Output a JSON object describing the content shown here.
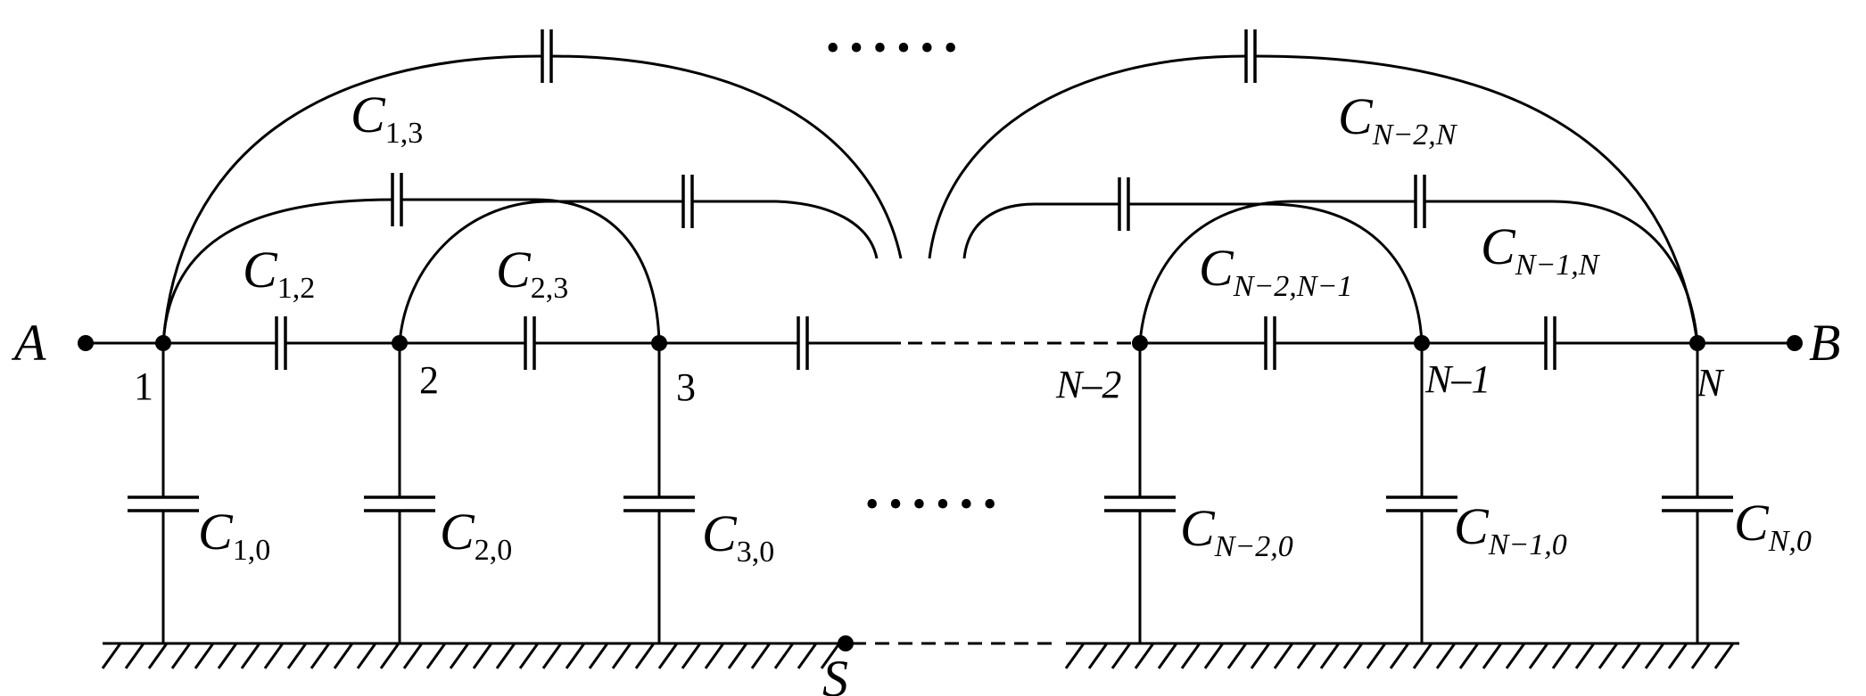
{
  "terminals": {
    "a": "A",
    "b": "B",
    "ground": "S"
  },
  "nodes": [
    "1",
    "2",
    "3",
    "N–2",
    "N–1",
    "N"
  ],
  "ellipsis_top": "• • • • • •",
  "ellipsis_mid": "• • • • • •",
  "labels": {
    "c12": {
      "main": "C",
      "sub": "1,2"
    },
    "c23": {
      "main": "C",
      "sub": "2,3"
    },
    "c13": {
      "main": "C",
      "sub": "1,3"
    },
    "cn2n1": {
      "main": "C",
      "sub": "N−2,N−1"
    },
    "cn1n": {
      "main": "C",
      "sub": "N−1,N"
    },
    "cn2n": {
      "main": "C",
      "sub": "N−2,N"
    },
    "c10": {
      "main": "C",
      "sub": "1,0"
    },
    "c20": {
      "main": "C",
      "sub": "2,0"
    },
    "c30": {
      "main": "C",
      "sub": "3,0"
    },
    "cn20": {
      "main": "C",
      "sub": "N−2,0"
    },
    "cn10": {
      "main": "C",
      "sub": "N−1,0"
    },
    "cn0": {
      "main": "C",
      "sub": "N,0"
    }
  }
}
